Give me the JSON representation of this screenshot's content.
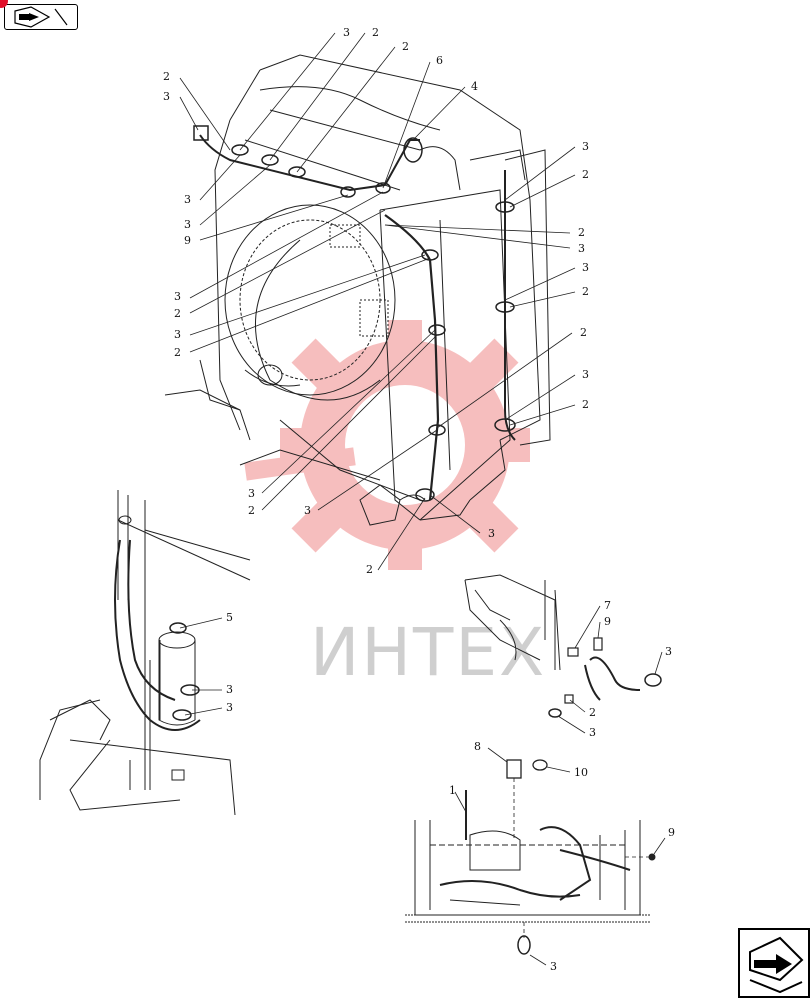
{
  "watermark": {
    "text": "ИНТЕХ",
    "color": "#f08a8a"
  },
  "callouts": {
    "top_left": [
      "3",
      "2",
      "2",
      "6",
      "4",
      "2",
      "3",
      "3",
      "3",
      "9",
      "3",
      "2",
      "3",
      "2"
    ],
    "right": [
      "3",
      "2",
      "2",
      "3",
      "3",
      "2",
      "2",
      "3",
      "2"
    ],
    "bottom_center": [
      "3",
      "2",
      "3",
      "3",
      "2"
    ],
    "left_inset": [
      "5",
      "3",
      "3"
    ],
    "fitting": [
      "7",
      "9",
      "3",
      "2",
      "3"
    ],
    "lower": [
      "8",
      "10",
      "1",
      "9",
      "3"
    ]
  },
  "icons": {
    "nav_top": "back-arrow-icon",
    "nav_bottom": "forward-arrow-icon",
    "badge": "red-dot-icon"
  }
}
